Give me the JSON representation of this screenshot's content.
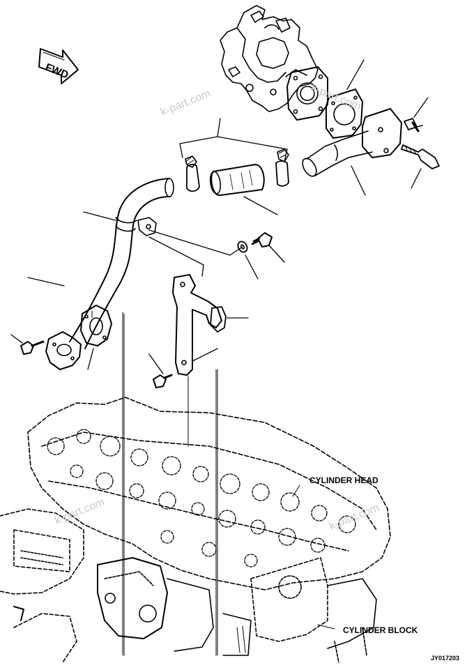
{
  "diagram": {
    "drawing_number": "JY017203",
    "direction_marker": "FWD",
    "labels": {
      "cylinder_head": "CYLINDER HEAD",
      "cylinder_block": "CYLINDER BLOCK"
    },
    "watermarks": [
      "k-part.com",
      "k-part.com",
      "k-part.com",
      "k-part.com"
    ],
    "parts": [
      "bolt-upper-right-1",
      "bolt-upper-right-2",
      "gasket-upper-right",
      "water-pipe-upper",
      "hose-clamp-left",
      "hose-clamp-right",
      "connector-hose",
      "water-hose-bent",
      "washer",
      "bolt-mid",
      "bracket",
      "gasket-lower",
      "bolt-lower-left",
      "bolt-lower-mid"
    ]
  }
}
